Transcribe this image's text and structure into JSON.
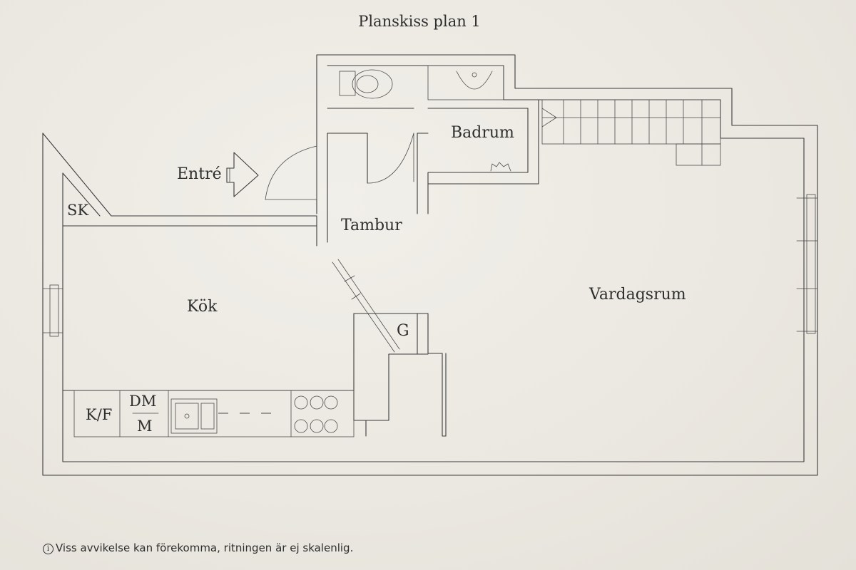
{
  "title": "Planskiss plan 1",
  "rooms": {
    "entre": "Entré",
    "sk": "SK",
    "badrum": "Badrum",
    "tambur": "Tambur",
    "kok": "Kök",
    "vardagsrum": "Vardagsrum",
    "g": "G",
    "kf": "K/F",
    "dm": "DM",
    "m": "M"
  },
  "note": {
    "icon": "info-icon",
    "text": "Viss avvikelse kan förekomma, ritningen är ej skalenlig."
  },
  "colors": {
    "paper": "#ece9e2",
    "ink": "#3b3b3b"
  }
}
